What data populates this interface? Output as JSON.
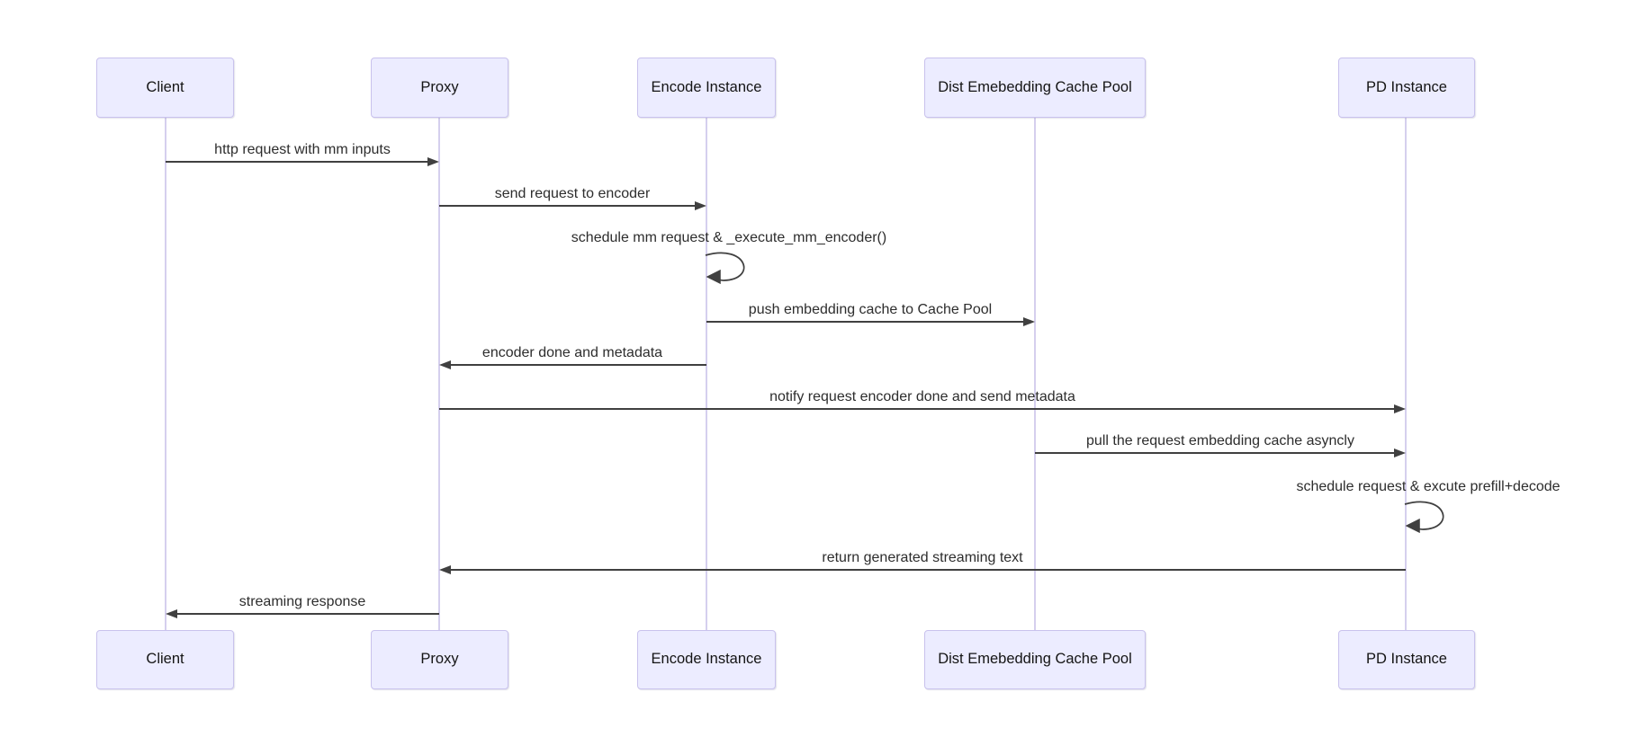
{
  "diagram_type": "sequence-diagram",
  "actors": [
    {
      "label": "Client"
    },
    {
      "label": "Proxy"
    },
    {
      "label": "Encode Instance"
    },
    {
      "label": "Dist Emebedding Cache Pool"
    },
    {
      "label": "PD Instance"
    }
  ],
  "messages": [
    {
      "from": "Client",
      "to": "Proxy",
      "label": "http request with mm inputs",
      "arrow": "solid-right"
    },
    {
      "from": "Proxy",
      "to": "Encode Instance",
      "label": "send request to encoder",
      "arrow": "solid-right"
    },
    {
      "from": "Encode Instance",
      "to": "Encode Instance",
      "label": "schedule mm request & _execute_mm_encoder()",
      "arrow": "self-loop"
    },
    {
      "from": "Encode Instance",
      "to": "Dist Emebedding Cache Pool",
      "label": "push embedding cache to Cache Pool",
      "arrow": "solid-right"
    },
    {
      "from": "Encode Instance",
      "to": "Proxy",
      "label": "encoder done and metadata",
      "arrow": "solid-left"
    },
    {
      "from": "Proxy",
      "to": "PD Instance",
      "label": "notify request encoder done and send metadata",
      "arrow": "solid-right"
    },
    {
      "from": "Dist Emebedding Cache Pool",
      "to": "PD Instance",
      "label": "pull the request embedding cache asyncly",
      "arrow": "solid-right"
    },
    {
      "from": "PD Instance",
      "to": "PD Instance",
      "label": "schedule request & excute prefill+decode",
      "arrow": "self-loop"
    },
    {
      "from": "PD Instance",
      "to": "Proxy",
      "label": "return generated streaming text",
      "arrow": "solid-left"
    },
    {
      "from": "Proxy",
      "to": "Client",
      "label": "streaming response",
      "arrow": "solid-left"
    }
  ],
  "colors": {
    "background": "#ffffff",
    "actor_fill": "#ECECFF",
    "actor_border": "#c9c2ed",
    "lifeline": "#d5cfee",
    "arrow": "#404040",
    "text": "#2d2d2d"
  }
}
